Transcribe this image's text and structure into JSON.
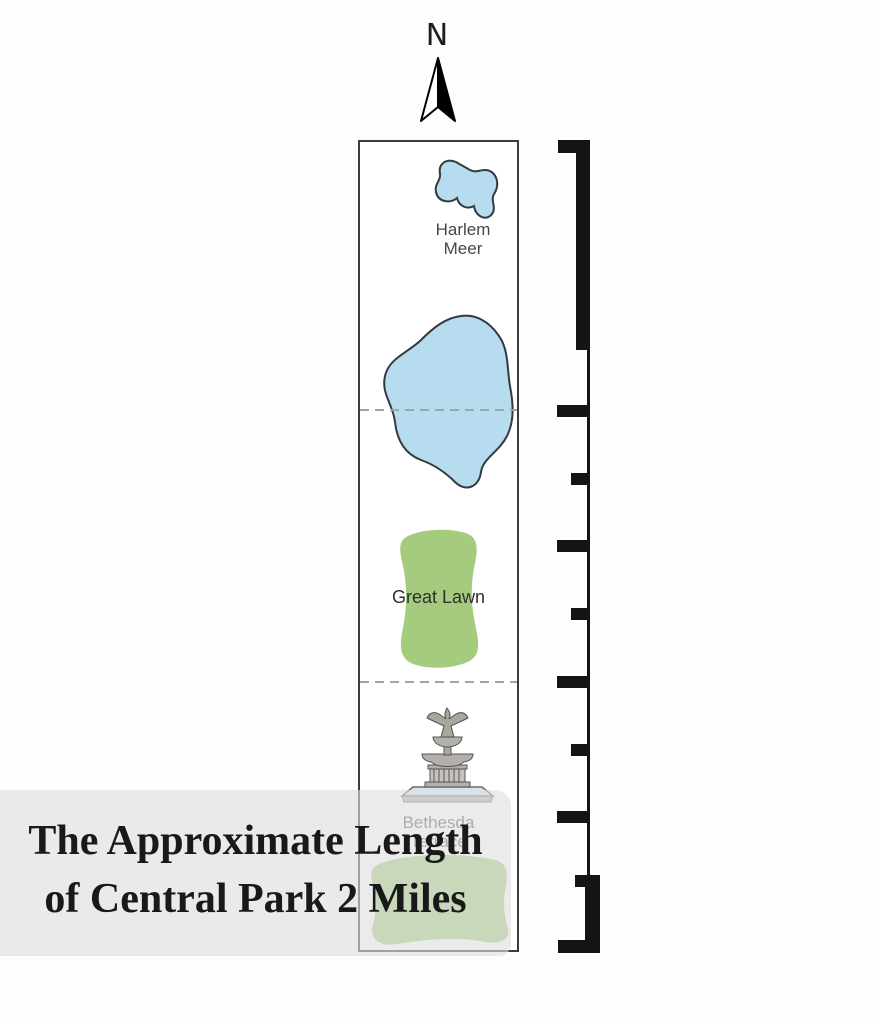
{
  "compass": {
    "label": "N"
  },
  "map": {
    "harlem_meer": {
      "line1": "Harlem",
      "line2": "Meer"
    },
    "great_lawn": {
      "label": "Great Lawn"
    },
    "bethesda_terrace": {
      "line1": "Bethesda",
      "line2": "Terrace"
    }
  },
  "caption": {
    "line1": "The Approximate Length",
    "line2": "of Central Park 2 Miles"
  },
  "colors": {
    "water": "#b7dcef",
    "water_outline": "#333a40",
    "lawn": "#a5cb7e",
    "scale_bar": "#141414",
    "overlay": "#e7e7e7"
  }
}
